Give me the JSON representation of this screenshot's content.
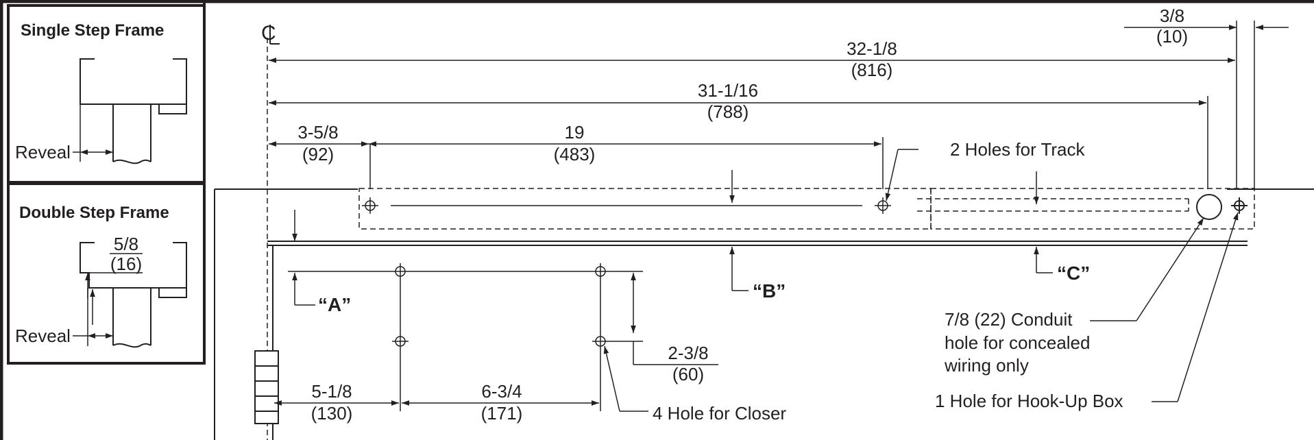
{
  "legend": {
    "single_step_title": "Single Step Frame",
    "single_step_reveal": "Reveal",
    "double_step_title": "Double Step Frame",
    "double_step_dim_in": "5/8",
    "double_step_dim_mm": "(16)",
    "double_step_reveal": "Reveal"
  },
  "centerline_symbol": "C",
  "dims": {
    "d3_8": {
      "in": "3/8",
      "mm": "(10)"
    },
    "d32": {
      "in": "32-1/8",
      "mm": "(816)"
    },
    "d31": {
      "in": "31-1/16",
      "mm": "(788)"
    },
    "d3_5_8": {
      "in": "3-5/8",
      "mm": "(92)"
    },
    "d19": {
      "in": "19",
      "mm": "(483)"
    },
    "d2_3_8": {
      "in": "2-3/8",
      "mm": "(60)"
    },
    "d5_1_8": {
      "in": "5-1/8",
      "mm": "(130)"
    },
    "d6_3_4": {
      "in": "6-3/4",
      "mm": "(171)"
    }
  },
  "callouts": {
    "track_holes": "2 Holes for Track",
    "a": "“A”",
    "b": "“B”",
    "c": "“C”",
    "conduit_1": "7/8 (22) Conduit",
    "conduit_2": "hole for concealed",
    "conduit_3": "wiring only",
    "hookup": "1 Hole for Hook-Up Box",
    "closer": "4 Hole for Closer"
  },
  "colors": {
    "ink": "#231f20",
    "background": "#ffffff"
  }
}
